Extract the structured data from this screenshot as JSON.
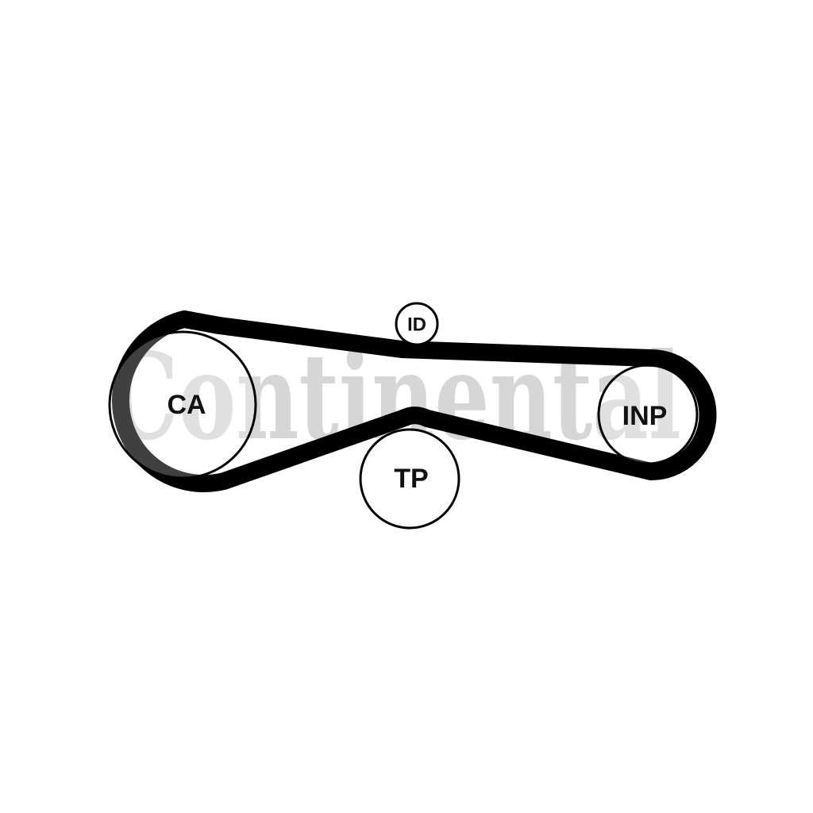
{
  "watermark": {
    "text": "Continental"
  },
  "pulleys": {
    "ca": {
      "label": "CA"
    },
    "inp": {
      "label": "INP"
    },
    "id": {
      "label": "ID"
    },
    "tp": {
      "label": "TP"
    }
  },
  "colors": {
    "belt": "#000000",
    "pulley_fill": "#ffffff",
    "watermark": "#d6d6d6",
    "label": "#111111"
  }
}
